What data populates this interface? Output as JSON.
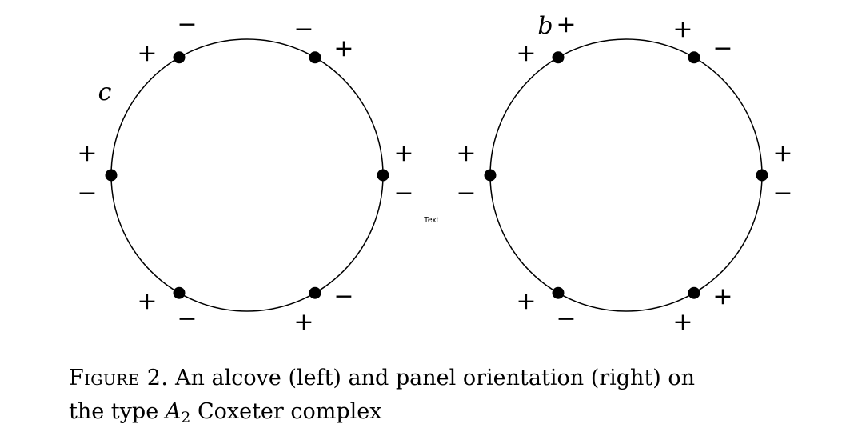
{
  "caption": {
    "label": "Figure 2.",
    "line1": "An alcove (left) and panel orientation (right) on",
    "line2_pre": "the type",
    "math_var": "A",
    "math_sub": "2",
    "line2_post": "Coxeter complex"
  },
  "stray_text": "Text",
  "diagrams": [
    {
      "vertex_label": "c",
      "vertex_label_at": 0,
      "vertices": [
        {
          "signs": [
            "+",
            "−"
          ]
        },
        {
          "signs": [
            "+",
            "−"
          ]
        },
        {
          "signs": [
            "−",
            "+"
          ]
        },
        {
          "signs": [
            "+",
            "−"
          ]
        },
        {
          "signs": [
            "−",
            "+"
          ]
        },
        {
          "signs": [
            "+",
            "−"
          ]
        }
      ]
    },
    {
      "vertex_label": "b",
      "vertex_label_at": 1,
      "vertices": [
        {
          "signs": [
            "+",
            "−"
          ]
        },
        {
          "signs": [
            "+",
            "+"
          ]
        },
        {
          "signs": [
            "+",
            "−"
          ]
        },
        {
          "signs": [
            "+",
            "−"
          ]
        },
        {
          "signs": [
            "+",
            "+"
          ]
        },
        {
          "signs": [
            "+",
            "−"
          ]
        }
      ]
    }
  ],
  "colors": {
    "stroke": "#000000",
    "vertex": "#000000"
  }
}
